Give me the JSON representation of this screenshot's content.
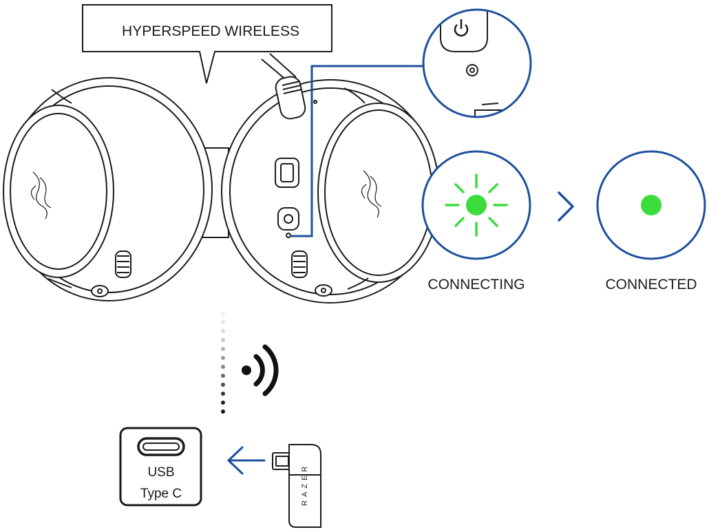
{
  "callout": {
    "text": "HYPERSPEED WIRELESS"
  },
  "status_indicators": [
    {
      "label": "CONNECTING",
      "state": "blinking",
      "color": "#3ddc3d"
    },
    {
      "label": "CONNECTED",
      "state": "solid",
      "color": "#3ddc3d"
    }
  ],
  "port": {
    "line1": "USB",
    "line2": "Type C"
  },
  "dongle": {
    "brand": "RAZER"
  },
  "colors": {
    "accent_blue": "#1d4f9c",
    "indicator_green": "#3ddc3d",
    "outline": "#1a1a1a"
  },
  "icons": [
    "power-icon",
    "wireless-signal-icon",
    "arrow-left-icon",
    "chevron-right-icon",
    "razer-logo-icon"
  ]
}
